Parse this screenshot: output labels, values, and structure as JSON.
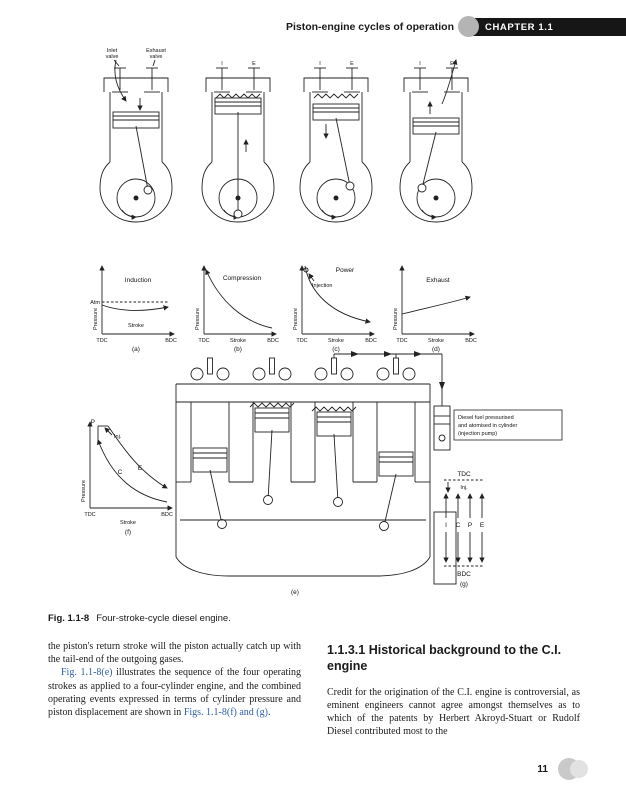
{
  "header": {
    "running_title": "Piston-engine cycles of operation",
    "chapter_badge": "CHAPTER 1.1"
  },
  "figure": {
    "valve_labels": {
      "inlet_line1": "Inlet",
      "inlet_line2": "valve",
      "exhaust_line1": "Exhaust",
      "exhaust_line2": "valve",
      "inlet_letter": "I",
      "exhaust_letter": "E"
    },
    "graphs": [
      {
        "ylabel": "Pressure",
        "title": "Induction",
        "atm": "Atm",
        "xlabel": "Stroke",
        "tdc": "TDC",
        "bdc": "BDC",
        "tag": "(a)"
      },
      {
        "ylabel": "Pressure",
        "title": "Compression",
        "xlabel": "Stroke",
        "tdc": "TDC",
        "bdc": "BDC",
        "tag": "(b)"
      },
      {
        "ylabel": "Pressure",
        "title": "Power",
        "annotation": "Injection",
        "xlabel": "Stroke",
        "tdc": "TDC",
        "bdc": "BDC",
        "tag": "(c)"
      },
      {
        "ylabel": "Pressure",
        "title": "Exhaust",
        "xlabel": "Stroke",
        "tdc": "TDC",
        "bdc": "BDC",
        "tag": "(d)"
      }
    ],
    "pv": {
      "ylabel": "Pressure",
      "peak": "P",
      "inj": "Inj.",
      "comp": "C",
      "exp": "E",
      "tdc": "TDC",
      "bdc": "BDC",
      "xlabel": "Stroke",
      "tag": "(f)"
    },
    "timing": {
      "tdc": "TDC",
      "inj": "Inj.",
      "i": "I",
      "c": "C",
      "p": "P",
      "e": "E",
      "bdc": "BDC",
      "tag": "(g)"
    },
    "engine_tag": "(e)",
    "pump_note": [
      "Diesel fuel pressurised",
      "and atomised in cylinder",
      "(injection pump)"
    ],
    "caption": {
      "label": "Fig. 1.1-8",
      "text": "Four-stroke-cycle diesel engine."
    }
  },
  "body": {
    "left": {
      "p1": "the piston's return stroke will the piston actually catch up with the tail-end of the outgoing gases.",
      "p2_link1": "Fig. 1.1-8(e)",
      "p2_text1": " illustrates the sequence of the four operating strokes as applied to a four-cylinder engine, and the combined operating events expressed in terms of cylinder pressure and piston displacement are shown in ",
      "p2_link2": "Figs. 1.1-8(f) and (g)",
      "p2_text2": "."
    },
    "right": {
      "heading_number": "1.1.3.1",
      "heading_text": "Historical background to the C.I. engine",
      "p1": "Credit for the origination of the C.I. engine is controversial, as eminent engineers cannot agree amongst themselves as to which of the patents by Herbert Akroyd-Stuart or Rudolf Diesel contributed most to the"
    }
  },
  "page_number": "11"
}
